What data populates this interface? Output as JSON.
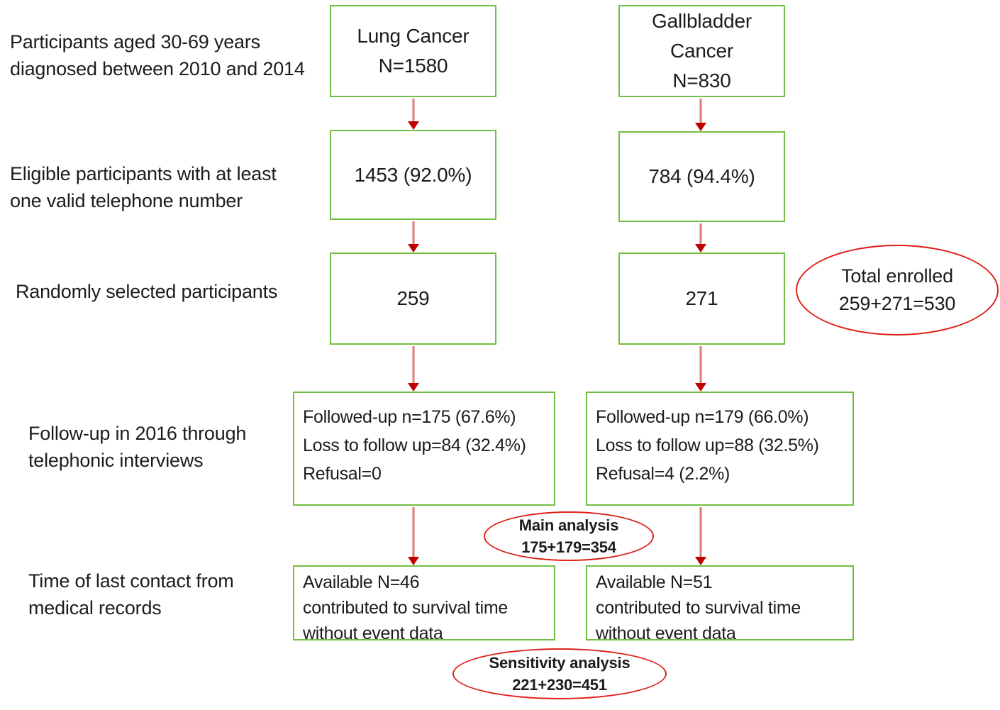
{
  "colors": {
    "box_border_green": "#72bf44",
    "oval_border_red": "#dd2018",
    "arrow_line_red": "#e27a76",
    "arrow_head_red": "#c00000"
  },
  "left_labels": [
    {
      "text": "Participants aged 30-69 years\ndiagnosed between 2010 and 2014"
    },
    {
      "text": "Eligible participants with at least\none valid telephone number"
    },
    {
      "text": "Randomly selected participants"
    },
    {
      "text": "Follow-up in 2016 through\ntelephonic interviews"
    },
    {
      "text": "Time of last contact from\nmedical records"
    }
  ],
  "columns": {
    "lung": {
      "title": "Lung Cancer\nN=1580",
      "eligible": "1453 (92.0%)",
      "selected": "259",
      "followup": "Followed-up n=175 (67.6%)\nLoss to follow up=84 (32.4%)\nRefusal=0",
      "available": "Available N=46\ncontributed to survival time\nwithout event data"
    },
    "gallbladder": {
      "title": "Gallbladder\nCancer\nN=830",
      "eligible": "784 (94.4%)",
      "selected": "271",
      "followup": "Followed-up n=179 (66.0%)\nLoss to follow up=88 (32.5%)\nRefusal=4 (2.2%)",
      "available": "Available N=51\ncontributed to survival time\nwithout event data"
    }
  },
  "ovals": {
    "total_enrolled": "Total enrolled\n259+271=530",
    "main_analysis": "Main analysis\n175+179=354",
    "sensitivity_analysis": "Sensitivity analysis\n221+230=451"
  }
}
